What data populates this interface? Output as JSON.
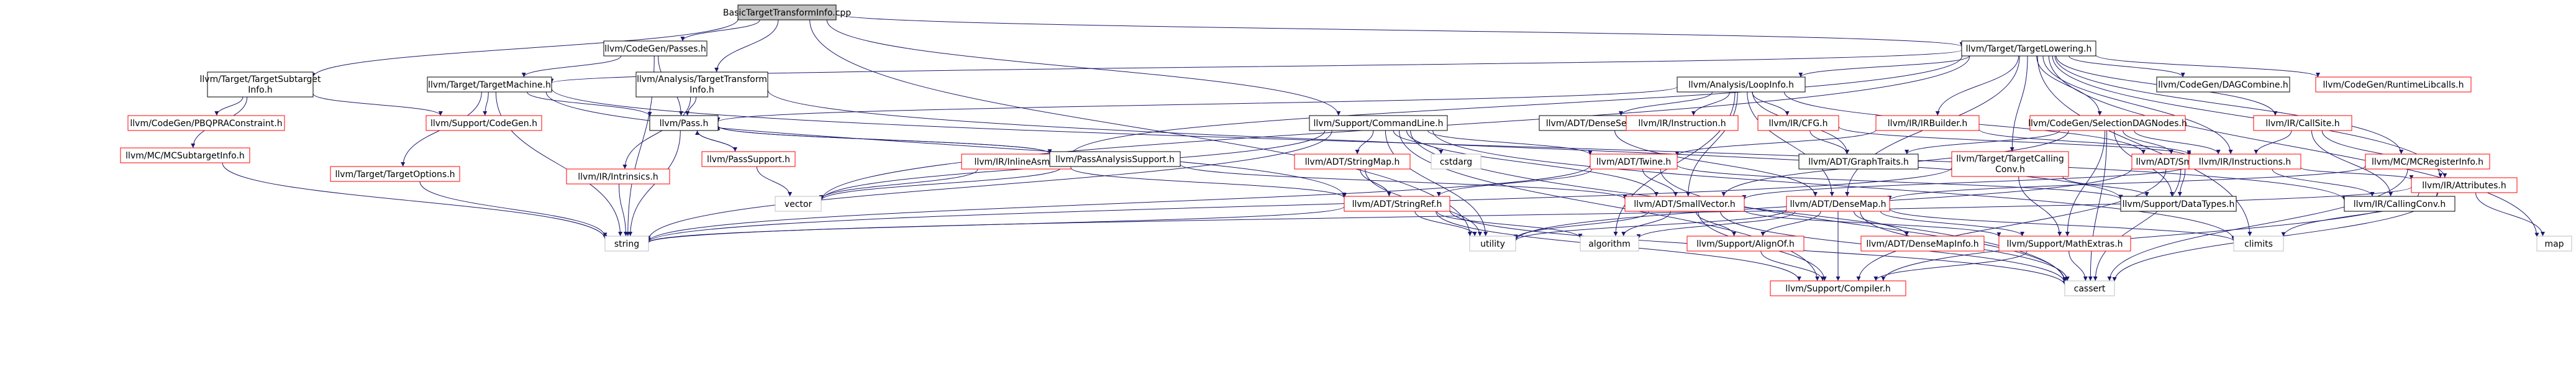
{
  "diagram": {
    "nodes": [
      {
        "id": "root",
        "label": "BasicTargetTransformInfo.cpp",
        "kind": "root"
      },
      {
        "id": "codegen_passes",
        "label": "llvm/CodeGen/Passes.h",
        "kind": "linked"
      },
      {
        "id": "target_lowering",
        "label": "llvm/Target/TargetLowering.h",
        "kind": "linked"
      },
      {
        "id": "target_subtarget",
        "label": "llvm/Target/TargetSubtarget Info.h",
        "kind": "linked"
      },
      {
        "id": "target_machine",
        "label": "llvm/Target/TargetMachine.h",
        "kind": "linked"
      },
      {
        "id": "analysis_tti",
        "label": "llvm/Analysis/TargetTransform Info.h",
        "kind": "linked"
      },
      {
        "id": "analysis_loopinfo",
        "label": "llvm/Analysis/LoopInfo.h",
        "kind": "linked"
      },
      {
        "id": "codegen_dagcombine",
        "label": "llvm/CodeGen/DAGCombine.h",
        "kind": "linked"
      },
      {
        "id": "codegen_runtimelibcalls",
        "label": "llvm/CodeGen/RuntimeLibcalls.h",
        "kind": "red"
      },
      {
        "id": "codegen_pbqp",
        "label": "llvm/CodeGen/PBQPRAConstraint.h",
        "kind": "red"
      },
      {
        "id": "support_codegen",
        "label": "llvm/Support/CodeGen.h",
        "kind": "red"
      },
      {
        "id": "pass",
        "label": "llvm/Pass.h",
        "kind": "linked"
      },
      {
        "id": "support_commandline",
        "label": "llvm/Support/CommandLine.h",
        "kind": "linked"
      },
      {
        "id": "adt_densesetmap",
        "label": "llvm/ADT/DenseSet.h",
        "kind": "linked"
      },
      {
        "id": "ir_instruction",
        "label": "llvm/IR/Instruction.h",
        "kind": "red"
      },
      {
        "id": "ir_cfg",
        "label": "llvm/IR/CFG.h",
        "kind": "red"
      },
      {
        "id": "ir_irbuilder",
        "label": "llvm/IR/IRBuilder.h",
        "kind": "red"
      },
      {
        "id": "codegen_selectiondag",
        "label": "llvm/CodeGen/SelectionDAGNodes.h",
        "kind": "red"
      },
      {
        "id": "ir_callsite",
        "label": "llvm/IR/CallSite.h",
        "kind": "red"
      },
      {
        "id": "mc_subtargetinfo",
        "label": "llvm/MC/MCSubtargetInfo.h",
        "kind": "red"
      },
      {
        "id": "target_options",
        "label": "llvm/Target/TargetOptions.h",
        "kind": "red"
      },
      {
        "id": "ir_intrinsics",
        "label": "llvm/IR/Intrinsics.h",
        "kind": "red"
      },
      {
        "id": "pass_support",
        "label": "llvm/PassSupport.h",
        "kind": "red"
      },
      {
        "id": "ir_inlineasm",
        "label": "llvm/IR/InlineAsm.h",
        "kind": "red"
      },
      {
        "id": "pass_analysis_support",
        "label": "llvm/PassAnalysisSupport.h",
        "kind": "linked"
      },
      {
        "id": "adt_stringmap",
        "label": "llvm/ADT/StringMap.h",
        "kind": "red"
      },
      {
        "id": "cstdarg",
        "label": "cstdarg",
        "kind": "system"
      },
      {
        "id": "adt_twine",
        "label": "llvm/ADT/Twine.h",
        "kind": "red"
      },
      {
        "id": "adt_graphtraits",
        "label": "llvm/ADT/GraphTraits.h",
        "kind": "linked"
      },
      {
        "id": "target_callingconv",
        "label": "llvm/Target/TargetCalling Conv.h",
        "kind": "red"
      },
      {
        "id": "adt_smallptrset",
        "label": "llvm/ADT/SmallPtrSet.h",
        "kind": "red"
      },
      {
        "id": "ir_instructions",
        "label": "llvm/IR/Instructions.h",
        "kind": "red"
      },
      {
        "id": "mc_registerinfo",
        "label": "llvm/MC/MCRegisterInfo.h",
        "kind": "red"
      },
      {
        "id": "adt_stringref",
        "label": "llvm/ADT/StringRef.h",
        "kind": "red"
      },
      {
        "id": "adt_smallvector",
        "label": "llvm/ADT/SmallVector.h",
        "kind": "red"
      },
      {
        "id": "adt_densemap",
        "label": "llvm/ADT/DenseMap.h",
        "kind": "red"
      },
      {
        "id": "support_datatypes",
        "label": "llvm/Support/DataTypes.h",
        "kind": "linked"
      },
      {
        "id": "ir_callingconv",
        "label": "llvm/IR/CallingConv.h",
        "kind": "linked"
      },
      {
        "id": "ir_attributes",
        "label": "llvm/IR/Attributes.h",
        "kind": "red"
      },
      {
        "id": "vector",
        "label": "vector",
        "kind": "system"
      },
      {
        "id": "string",
        "label": "string",
        "kind": "system"
      },
      {
        "id": "utility",
        "label": "utility",
        "kind": "system"
      },
      {
        "id": "algorithm",
        "label": "algorithm",
        "kind": "system"
      },
      {
        "id": "climits",
        "label": "climits",
        "kind": "system"
      },
      {
        "id": "map",
        "label": "map",
        "kind": "system"
      },
      {
        "id": "cassert",
        "label": "cassert",
        "kind": "system"
      },
      {
        "id": "support_alignof",
        "label": "llvm/Support/AlignOf.h",
        "kind": "red"
      },
      {
        "id": "adt_densemapinfo",
        "label": "llvm/ADT/DenseMapInfo.h",
        "kind": "red"
      },
      {
        "id": "support_mathextras",
        "label": "llvm/Support/MathExtras.h",
        "kind": "red"
      },
      {
        "id": "support_compiler",
        "label": "llvm/Support/Compiler.h",
        "kind": "red"
      }
    ],
    "edges": [
      [
        "root",
        "codegen_passes"
      ],
      [
        "root",
        "target_lowering"
      ],
      [
        "root",
        "target_subtarget"
      ],
      [
        "root",
        "analysis_tti"
      ],
      [
        "root",
        "support_commandline"
      ],
      [
        "root",
        "utility"
      ],
      [
        "codegen_passes",
        "target_machine"
      ],
      [
        "codegen_passes",
        "pass"
      ],
      [
        "codegen_passes",
        "string"
      ],
      [
        "target_subtarget",
        "codegen_pbqp"
      ],
      [
        "target_subtarget",
        "support_codegen"
      ],
      [
        "target_subtarget",
        "mc_subtargetinfo"
      ],
      [
        "target_machine",
        "support_codegen"
      ],
      [
        "target_machine",
        "pass"
      ],
      [
        "target_machine",
        "target_options"
      ],
      [
        "target_machine",
        "adt_stringref"
      ],
      [
        "target_machine",
        "string"
      ],
      [
        "target_machine",
        "ir_callingconv"
      ],
      [
        "analysis_tti",
        "pass"
      ],
      [
        "analysis_tti",
        "ir_intrinsics"
      ],
      [
        "analysis_tti",
        "support_datatypes"
      ],
      [
        "target_lowering",
        "target_machine"
      ],
      [
        "target_lowering",
        "analysis_loopinfo"
      ],
      [
        "target_lowering",
        "codegen_dagcombine"
      ],
      [
        "target_lowering",
        "codegen_runtimelibcalls"
      ],
      [
        "target_lowering",
        "codegen_selectiondag"
      ],
      [
        "target_lowering",
        "ir_callsite"
      ],
      [
        "target_lowering",
        "ir_irbuilder"
      ],
      [
        "target_lowering",
        "ir_inlineasm"
      ],
      [
        "target_lowering",
        "target_callingconv"
      ],
      [
        "target_lowering",
        "ir_instructions"
      ],
      [
        "target_lowering",
        "mc_registerinfo"
      ],
      [
        "target_lowering",
        "ir_attributes"
      ],
      [
        "target_lowering",
        "climits"
      ],
      [
        "target_lowering",
        "map"
      ],
      [
        "target_lowering",
        "vector"
      ],
      [
        "target_lowering",
        "adt_densemap"
      ],
      [
        "analysis_loopinfo",
        "pass"
      ],
      [
        "analysis_loopinfo",
        "adt_densesetmap"
      ],
      [
        "analysis_loopinfo",
        "ir_instruction"
      ],
      [
        "analysis_loopinfo",
        "ir_cfg"
      ],
      [
        "analysis_loopinfo",
        "adt_graphtraits"
      ],
      [
        "analysis_loopinfo",
        "adt_smallptrset"
      ],
      [
        "analysis_loopinfo",
        "adt_smallvector"
      ],
      [
        "analysis_loopinfo",
        "algorithm"
      ],
      [
        "analysis_loopinfo",
        "adt_densemap"
      ],
      [
        "pass",
        "pass_support"
      ],
      [
        "pass",
        "pass_analysis_support"
      ],
      [
        "pass",
        "string"
      ],
      [
        "pass_support",
        "pass"
      ],
      [
        "pass_support",
        "vector"
      ],
      [
        "pass_analysis_support",
        "pass"
      ],
      [
        "pass_analysis_support",
        "adt_smallvector"
      ],
      [
        "pass_analysis_support",
        "vector"
      ],
      [
        "support_commandline",
        "adt_stringmap"
      ],
      [
        "support_commandline",
        "adt_twine"
      ],
      [
        "support_commandline",
        "cstdarg"
      ],
      [
        "support_commandline",
        "adt_smallvector"
      ],
      [
        "support_commandline",
        "support_compiler"
      ],
      [
        "support_commandline",
        "climits"
      ],
      [
        "support_commandline",
        "string"
      ],
      [
        "support_commandline",
        "vector"
      ],
      [
        "support_commandline",
        "utility"
      ],
      [
        "support_commandline",
        "cassert"
      ],
      [
        "adt_stringmap",
        "adt_stringref"
      ],
      [
        "adt_stringmap",
        "utility"
      ],
      [
        "adt_twine",
        "adt_stringref"
      ],
      [
        "adt_twine",
        "adt_smallvector"
      ],
      [
        "adt_twine",
        "support_datatypes"
      ],
      [
        "adt_twine",
        "string"
      ],
      [
        "adt_twine",
        "cassert"
      ],
      [
        "adt_densesetmap",
        "adt_densemap"
      ],
      [
        "ir_cfg",
        "adt_graphtraits"
      ],
      [
        "ir_cfg",
        "ir_instructions"
      ],
      [
        "ir_irbuilder",
        "adt_twine"
      ],
      [
        "ir_irbuilder",
        "ir_instructions"
      ],
      [
        "ir_inlineasm",
        "adt_stringref"
      ],
      [
        "ir_inlineasm",
        "vector"
      ],
      [
        "codegen_selectiondag",
        "adt_graphtraits"
      ],
      [
        "codegen_selectiondag",
        "adt_smallptrset"
      ],
      [
        "codegen_selectiondag",
        "adt_smallvector"
      ],
      [
        "codegen_selectiondag",
        "support_datatypes"
      ],
      [
        "codegen_selectiondag",
        "support_mathextras"
      ],
      [
        "codegen_selectiondag",
        "cassert"
      ],
      [
        "codegen_selectiondag",
        "ir_instructions"
      ],
      [
        "ir_callsite",
        "ir_instructions"
      ],
      [
        "ir_callsite",
        "ir_callingconv"
      ],
      [
        "ir_callsite",
        "ir_attributes"
      ],
      [
        "target_callingconv",
        "support_datatypes"
      ],
      [
        "target_callingconv",
        "support_mathextras"
      ],
      [
        "target_callingconv",
        "string"
      ],
      [
        "adt_smallptrset",
        "support_datatypes"
      ],
      [
        "adt_smallptrset",
        "support_compiler"
      ],
      [
        "adt_smallptrset",
        "cassert"
      ],
      [
        "adt_smallptrset",
        "utility"
      ],
      [
        "ir_instructions",
        "adt_smallvector"
      ],
      [
        "ir_instructions",
        "ir_attributes"
      ],
      [
        "ir_instructions",
        "ir_callingconv"
      ],
      [
        "mc_registerinfo",
        "adt_densemap"
      ],
      [
        "mc_registerinfo",
        "cassert"
      ],
      [
        "ir_attributes",
        "support_compiler"
      ],
      [
        "ir_attributes",
        "climits"
      ],
      [
        "ir_attributes",
        "map"
      ],
      [
        "ir_attributes",
        "string"
      ],
      [
        "ir_attributes",
        "cassert"
      ],
      [
        "adt_stringref",
        "support_compiler"
      ],
      [
        "adt_stringref",
        "algorithm"
      ],
      [
        "adt_stringref",
        "cassert"
      ],
      [
        "adt_stringref",
        "string"
      ],
      [
        "adt_stringref",
        "utility"
      ],
      [
        "adt_smallvector",
        "support_alignof"
      ],
      [
        "adt_smallvector",
        "support_compiler"
      ],
      [
        "adt_smallvector",
        "support_mathextras"
      ],
      [
        "adt_smallvector",
        "algorithm"
      ],
      [
        "adt_smallvector",
        "cassert"
      ],
      [
        "adt_smallvector",
        "utility"
      ],
      [
        "adt_densemap",
        "support_alignof"
      ],
      [
        "adt_densemap",
        "adt_densemapinfo"
      ],
      [
        "adt_densemap",
        "support_compiler"
      ],
      [
        "adt_densemap",
        "support_mathextras"
      ],
      [
        "adt_densemap",
        "algorithm"
      ],
      [
        "adt_densemap",
        "climits"
      ],
      [
        "adt_densemap",
        "utility"
      ],
      [
        "adt_densemap",
        "cassert"
      ],
      [
        "support_alignof",
        "support_compiler"
      ],
      [
        "support_mathextras",
        "support_compiler"
      ],
      [
        "support_mathextras",
        "cassert"
      ],
      [
        "mc_subtargetinfo",
        "string"
      ],
      [
        "target_options",
        "string"
      ],
      [
        "ir_intrinsics",
        "string"
      ]
    ],
    "colors": {
      "edge": "#191970",
      "node_border": "#000000",
      "red_border": "#ff0000",
      "root_fill": "#bfbfbf",
      "system_border": "#bfbfbf",
      "node_fill": "#ffffff",
      "text": "#000000"
    }
  }
}
